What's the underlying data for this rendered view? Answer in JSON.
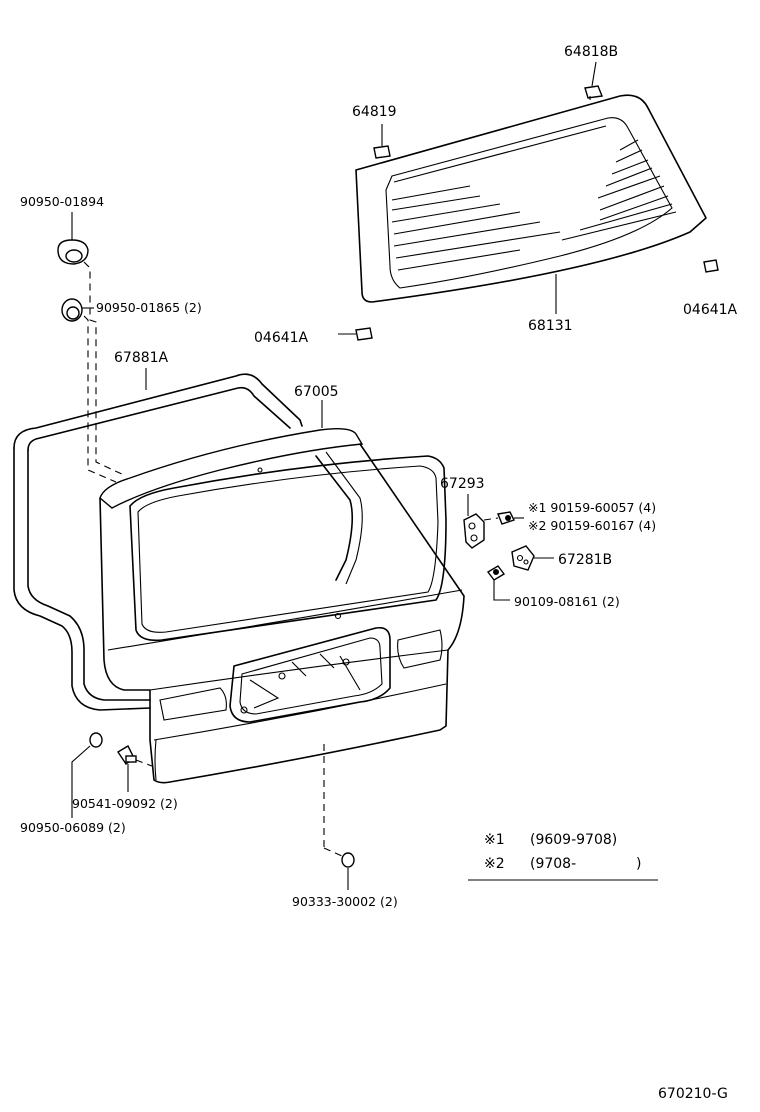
{
  "labels": {
    "p64818b": "64818B",
    "p64819": "64819",
    "p9095001894": "90950-01894",
    "p9095001865": "90950-01865 (2)",
    "p04641a_left": "04641A",
    "p04641a_right": "04641A",
    "p68131": "68131",
    "p67881a": "67881A",
    "p67005": "67005",
    "p67293": "67293",
    "p9015960057": "※1  90159-60057 (4)",
    "p9015960167": "※2  90159-60167 (4)",
    "p67281b": "67281B",
    "p9010908161": "90109-08161 (2)",
    "p9054109092": "90541-09092 (2)",
    "p9095006089": "90950-06089 (2)",
    "p9033330002": "90333-30002 (2)"
  },
  "legend": {
    "row1_mark": "※1",
    "row1_range": "(9609-9708)",
    "row2_mark": "※2",
    "row2_range": "(9708-",
    "row2_close": ")"
  },
  "footer": {
    "diagram_code": "670210-G"
  },
  "icons": [
    "clip-icon",
    "grommet-icon",
    "bolt-icon",
    "hinge-icon",
    "plug-icon"
  ]
}
